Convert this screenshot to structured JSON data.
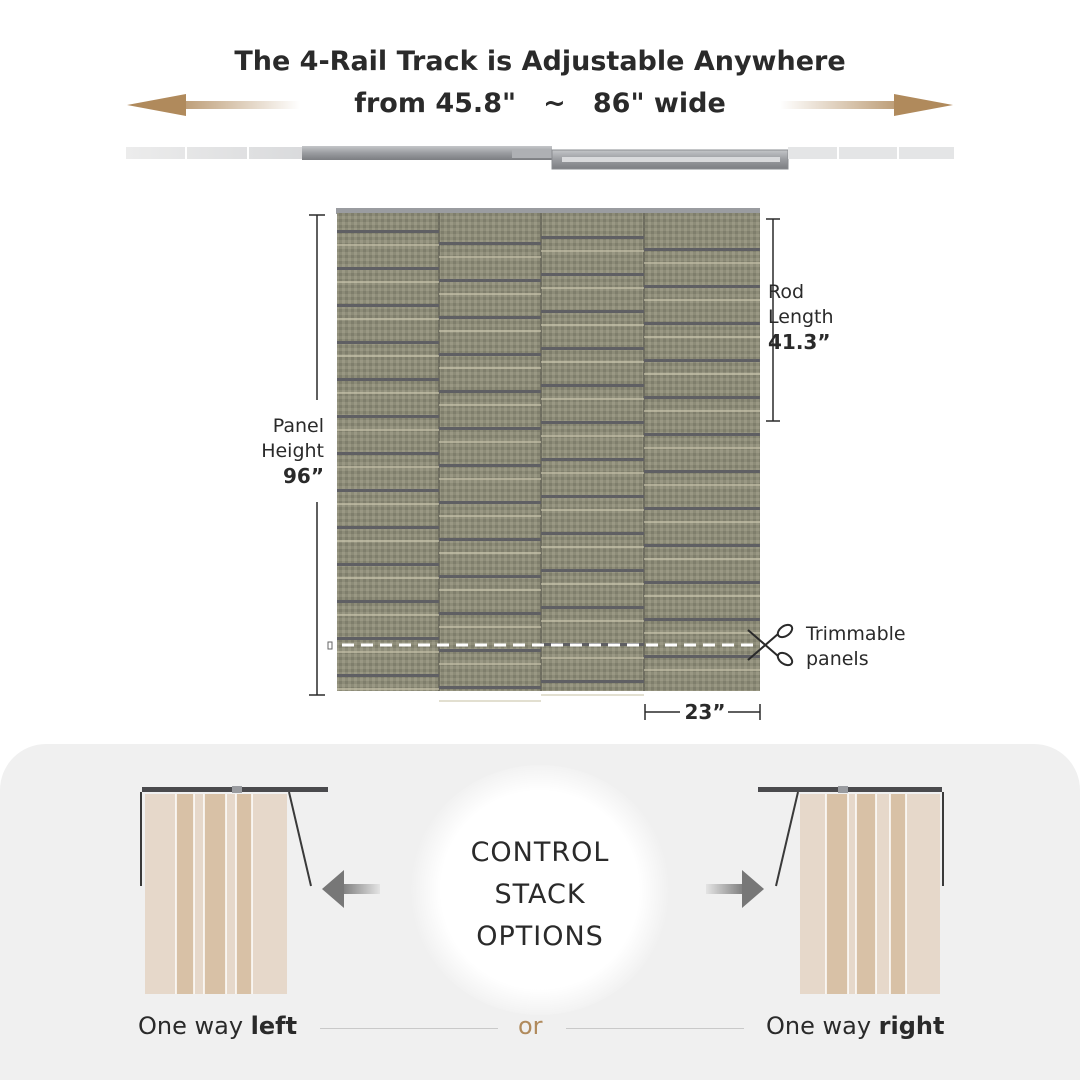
{
  "title": {
    "line1": "The 4-Rail Track is Adjustable Anywhere",
    "line2_from": "from 45.8\"",
    "line2_sep": "~",
    "line2_to": "86\" wide"
  },
  "labels": {
    "rod_length": [
      "Rod",
      "Length"
    ],
    "rod_length_value": "41.3”",
    "panel_height": [
      "Panel",
      "Height"
    ],
    "panel_height_value": "96”",
    "trimmable": [
      "Trimmable",
      "panels"
    ],
    "panel_width_value": "23”"
  },
  "stack": {
    "title_lines": [
      "CONTROL",
      "STACK",
      "OPTIONS"
    ],
    "left_prefix": "One way ",
    "left_strong": "left",
    "or": "or",
    "right_prefix": "One way ",
    "right_strong": "right"
  },
  "colors": {
    "arrow_tan": "#b08a5c",
    "panel_fabric": "#8d8c78",
    "panel_stripe": "#5f5f63",
    "panel_light_stripe": "#cfcab0",
    "curtain_light": "#e6d8ca",
    "curtain_dark": "#d8c1a6"
  },
  "icons": [
    "arrow-left-icon",
    "arrow-right-icon",
    "scissors-icon",
    "arrow-left-gray-icon",
    "arrow-right-gray-icon"
  ]
}
